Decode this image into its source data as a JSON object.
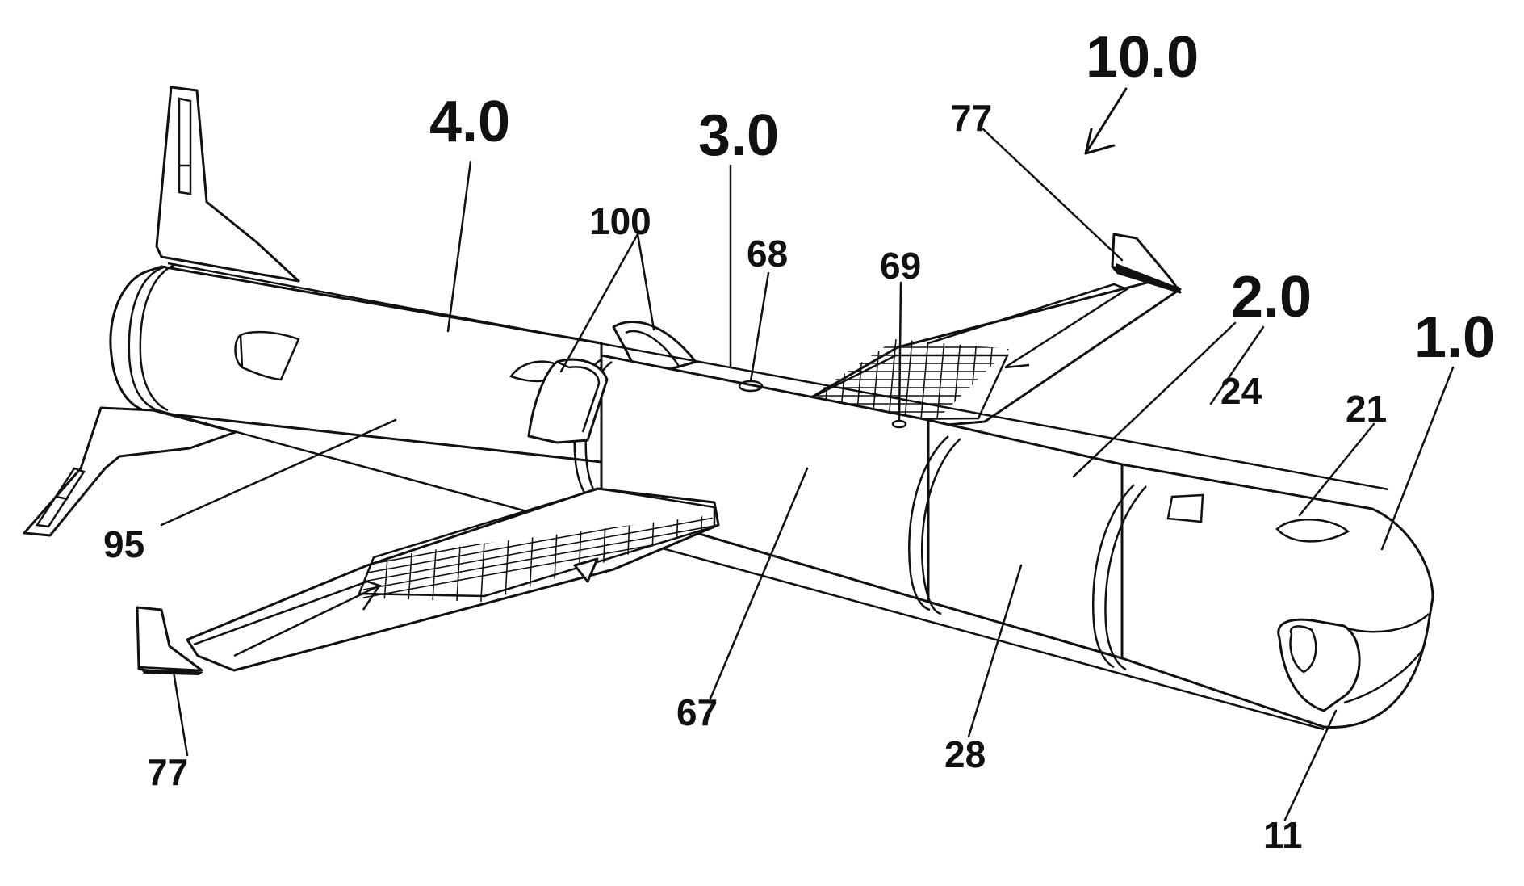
{
  "labels": {
    "l10_0": "10.0",
    "l4_0": "4.0",
    "l3_0": "3.0",
    "l2_0": "2.0",
    "l1_0": "1.0",
    "l77_top": "77",
    "l77_bottom": "77",
    "l100": "100",
    "l68": "68",
    "l69": "69",
    "l24": "24",
    "l21": "21",
    "l95": "95",
    "l67": "67",
    "l28": "28",
    "l11": "11"
  }
}
